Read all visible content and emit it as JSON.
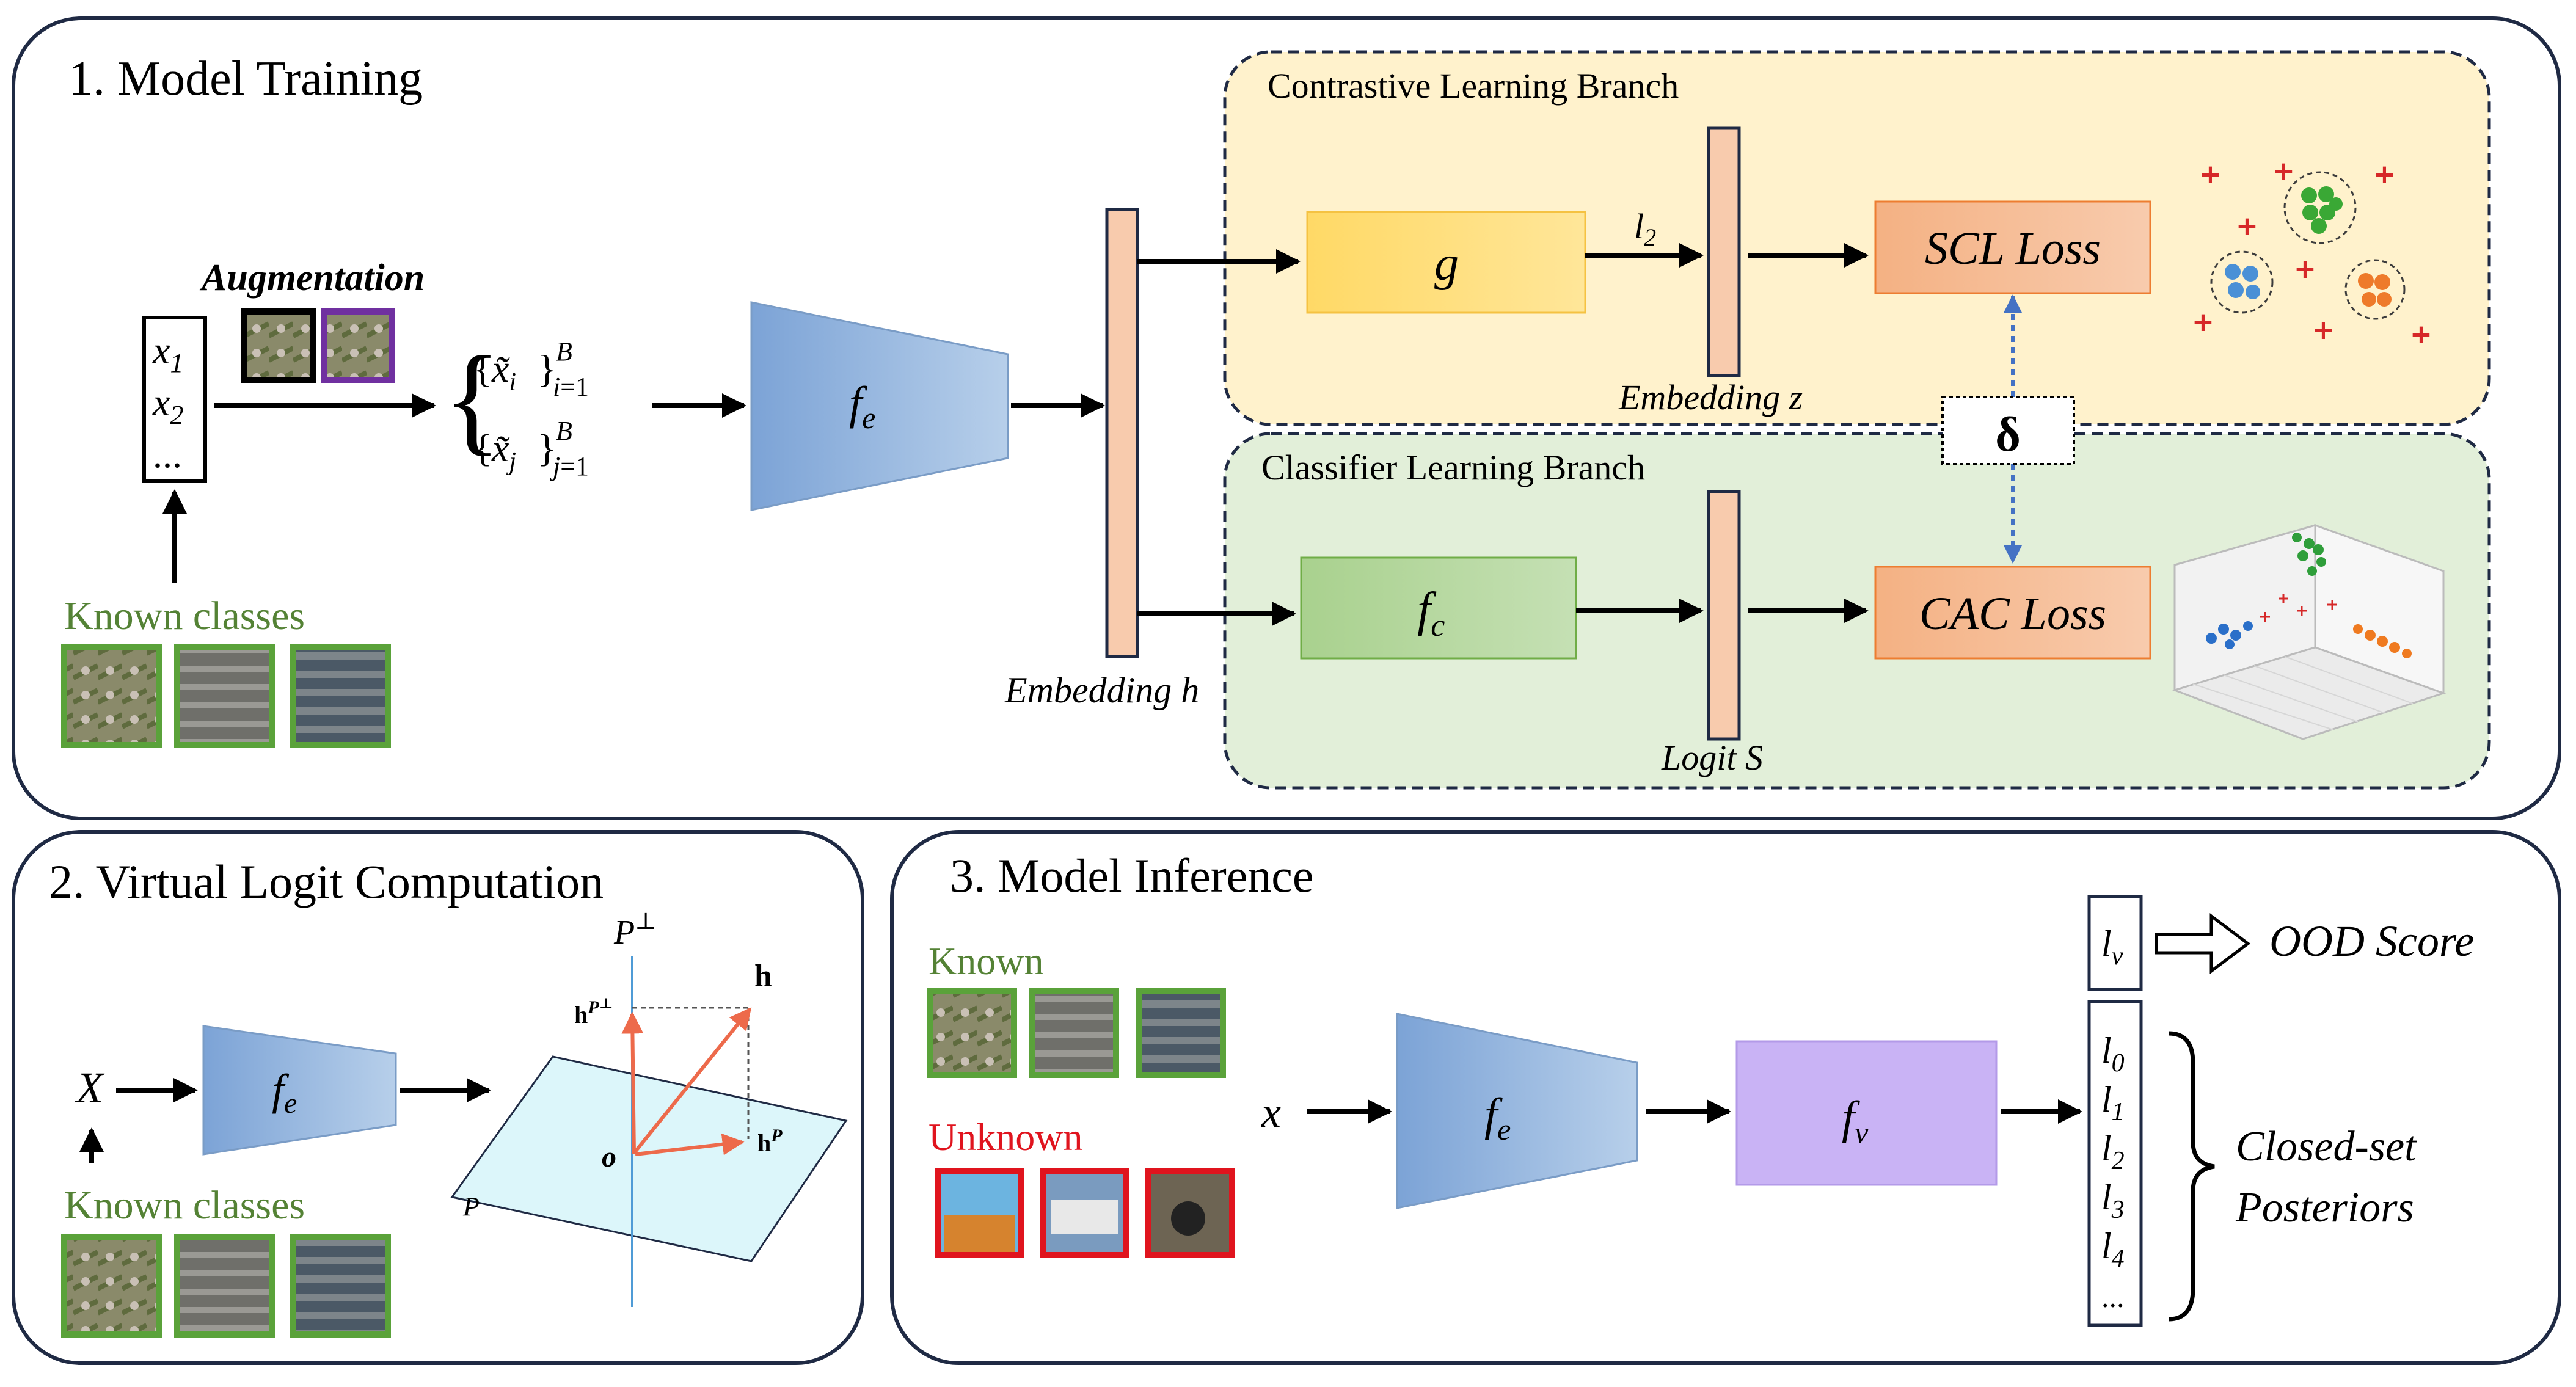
{
  "panels": {
    "training": {
      "title": "1. Model Training"
    },
    "virtual": {
      "title": "2. Virtual Logit Computation"
    },
    "inference": {
      "title": "3. Model Inference"
    }
  },
  "training": {
    "augmentation_label": "Augmentation",
    "input_vector": [
      "x",
      "x",
      "..."
    ],
    "input_subscripts": [
      "1",
      "2"
    ],
    "known_label": "Known classes",
    "encoder_label": "f",
    "encoder_sub": "e",
    "embedding_h_label": "Embedding h",
    "contrastive_branch": "Contrastive Learning Branch",
    "classifier_branch": "Classifier Learning Branch",
    "g_label": "g",
    "l2_label": "l",
    "l2_sub": "2",
    "embedding_z_label": "Embedding z",
    "scl_loss": "SCL Loss",
    "fc_label": "f",
    "fc_sub": "c",
    "logit_s_label": "Logit S",
    "cac_loss": "CAC Loss",
    "delta": "δ"
  },
  "virtual": {
    "input": "X",
    "encoder_label": "f",
    "encoder_sub": "e",
    "known_label": "Known classes",
    "p_perp": "P",
    "perp": "⊥",
    "h": "h",
    "hp_perp": "h",
    "hp": "h",
    "p_sup": "P",
    "o": "o",
    "plane": "P"
  },
  "inference": {
    "known_label": "Known",
    "unknown_label": "Unknown",
    "input": "x",
    "encoder_label": "f",
    "encoder_sub": "e",
    "fv_label": "f",
    "fv_sub": "v",
    "lv": "l",
    "lv_sub": "v",
    "ood_score": "OOD Score",
    "logits": [
      {
        "l": "l",
        "sub": "0"
      },
      {
        "l": "l",
        "sub": "1"
      },
      {
        "l": "l",
        "sub": "2"
      },
      {
        "l": "l",
        "sub": "3"
      },
      {
        "l": "l",
        "sub": "4"
      }
    ],
    "logits_more": "...",
    "closed_set_1": "Closed-set",
    "closed_set_2": "Posteriors"
  },
  "colors": {
    "encoder": "#8fb2dc",
    "g_box": "#ffd966",
    "fc_box": "#a9d18e",
    "loss_box": "#f4b183",
    "fv_box": "#c9b3f5",
    "known_green": "#548235",
    "unknown_red": "#e0141e",
    "delta_arrow": "#4472c4"
  }
}
